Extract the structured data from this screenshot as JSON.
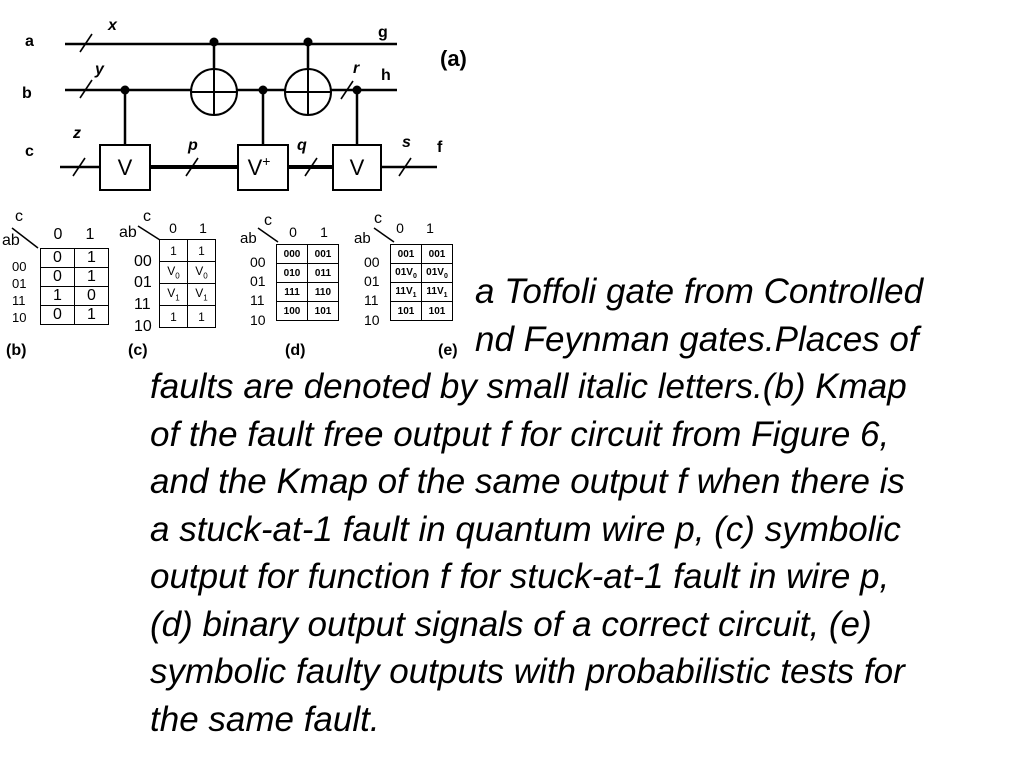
{
  "circuit": {
    "panel_label": "(a)",
    "inputs": [
      "a",
      "b",
      "c"
    ],
    "outputs": [
      "g",
      "h",
      "f"
    ],
    "fault_sites": [
      "x",
      "y",
      "z",
      "p",
      "q",
      "r",
      "s"
    ],
    "gates": [
      "V",
      "V+",
      "V"
    ],
    "gate_plus_base": "V",
    "gate_plus_sup": "+"
  },
  "kmap_b": {
    "label": "(b)",
    "c": "c",
    "ab": "ab",
    "cols": [
      "0",
      "1"
    ],
    "rows": [
      "00",
      "01",
      "11",
      "10"
    ],
    "cells": [
      [
        "0",
        "1"
      ],
      [
        "0",
        "1"
      ],
      [
        "1",
        "0"
      ],
      [
        "0",
        "1"
      ]
    ]
  },
  "kmap_c": {
    "label": "(c)",
    "c": "c",
    "ab": "ab",
    "cols": [
      "0",
      "1"
    ],
    "rows": [
      "00",
      "01",
      "11",
      "10"
    ],
    "cells": [
      [
        "1",
        "1"
      ],
      [
        "V0",
        "V0"
      ],
      [
        "V1",
        "V1"
      ],
      [
        "1",
        "1"
      ]
    ]
  },
  "kmap_d": {
    "label": "(d)",
    "c": "c",
    "ab": "ab",
    "cols": [
      "0",
      "1"
    ],
    "rows": [
      "00",
      "01",
      "11",
      "10"
    ],
    "cells": [
      [
        "000",
        "001"
      ],
      [
        "010",
        "011"
      ],
      [
        "111",
        "110"
      ],
      [
        "100",
        "101"
      ]
    ]
  },
  "kmap_e": {
    "label": "(e)",
    "c": "c",
    "ab": "ab",
    "cols": [
      "0",
      "1"
    ],
    "rows": [
      "00",
      "01",
      "11",
      "10"
    ],
    "cells": [
      [
        "001",
        "001"
      ],
      [
        "01V0",
        "01V0"
      ],
      [
        "11V1",
        "11V1"
      ],
      [
        "101",
        "101"
      ]
    ]
  },
  "caption": {
    "partial_line_1": "a Toffoli gate from Controlled",
    "partial_line_2": "nd Feynman gates.Places of",
    "lines": [
      "faults are denoted by small italic letters.(b) Kmap",
      "of the fault free output f for circuit from Figure 6,",
      "and the Kmap of the same output f when there is",
      "a stuck-at-1 fault in quantum wire p, (c) symbolic",
      "output for function f for stuck-at-1 fault in wire p,",
      "(d) binary output signals of a correct circuit, (e)",
      "symbolic faulty outputs with probabilistic tests for",
      "the same fault."
    ]
  }
}
